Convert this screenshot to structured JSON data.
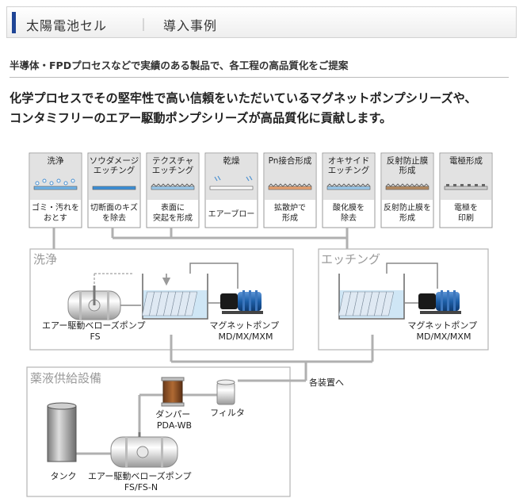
{
  "header": {
    "title": "太陽電池セル",
    "separator": "｜",
    "subtitle": "導入事例"
  },
  "lead": "半導体・FPDプロセスなどで実績のある製品で、各工程の高品質化をご提案",
  "paragraph": {
    "line1": "化学プロセスでその堅牢性で高い信頼をいただいているマグネットポンプシリーズや、",
    "line2": "コンタミフリーのエアー駆動ポンプシリーズが高品質化に貢献します。"
  },
  "process_steps": [
    {
      "title": [
        "洗浄"
      ],
      "desc": [
        "ゴミ・汚れを",
        "おとす"
      ]
    },
    {
      "title": [
        "ソウダメージ",
        "エッチング"
      ],
      "desc": [
        "切断面のキズ",
        "を除去"
      ]
    },
    {
      "title": [
        "テクスチャ",
        "エッチング"
      ],
      "desc": [
        "表面に",
        "突起を形成"
      ]
    },
    {
      "title": [
        "乾燥"
      ],
      "desc": [
        "エアーブロー"
      ]
    },
    {
      "title": [
        "Pn接合形成"
      ],
      "desc": [
        "拡散炉で",
        "形成"
      ]
    },
    {
      "title": [
        "オキサイド",
        "エッチング"
      ],
      "desc": [
        "酸化膜を",
        "除去"
      ]
    },
    {
      "title": [
        "反射防止膜",
        "形成"
      ],
      "desc": [
        "反射防止膜を",
        "形成"
      ]
    },
    {
      "title": [
        "電極形成"
      ],
      "desc": [
        "電極を",
        "印刷"
      ]
    }
  ],
  "sections": {
    "cleaning": {
      "label": "洗浄",
      "bellows_label": [
        "エアー駆動ベローズポンプ",
        "FS"
      ],
      "magnet_label": [
        "マグネットポンプ",
        "MD/MX/MXM"
      ]
    },
    "etching": {
      "label": "エッチング",
      "magnet_label": [
        "マグネットポンプ",
        "MD/MX/MXM"
      ]
    },
    "supply": {
      "label": "薬液供給設備",
      "damper_label": [
        "ダンパー",
        "PDA-WB"
      ],
      "filter_label": [
        "フィルタ"
      ],
      "tank_label": [
        "タンク"
      ],
      "bellows_label": [
        "エアー駆動ベローズポンプ",
        "FS/FS-N"
      ]
    }
  },
  "annotations": {
    "to_devices": "各装置へ"
  },
  "colors": {
    "accent_bar": "#1f4596",
    "step_header": "#e2e2e2",
    "panel_border": "#b5b5b5",
    "pipe": "#aaaaaa",
    "motor_blue": "#1d5fa8",
    "liquid": "#cfe6f5",
    "wafer": "#dfe9f3"
  },
  "icons": [
    "drop-icon",
    "wafer-icon",
    "air-blow-icon",
    "motor-icon",
    "bellows-pump-icon",
    "damper-icon",
    "filter-icon",
    "tank-icon"
  ]
}
